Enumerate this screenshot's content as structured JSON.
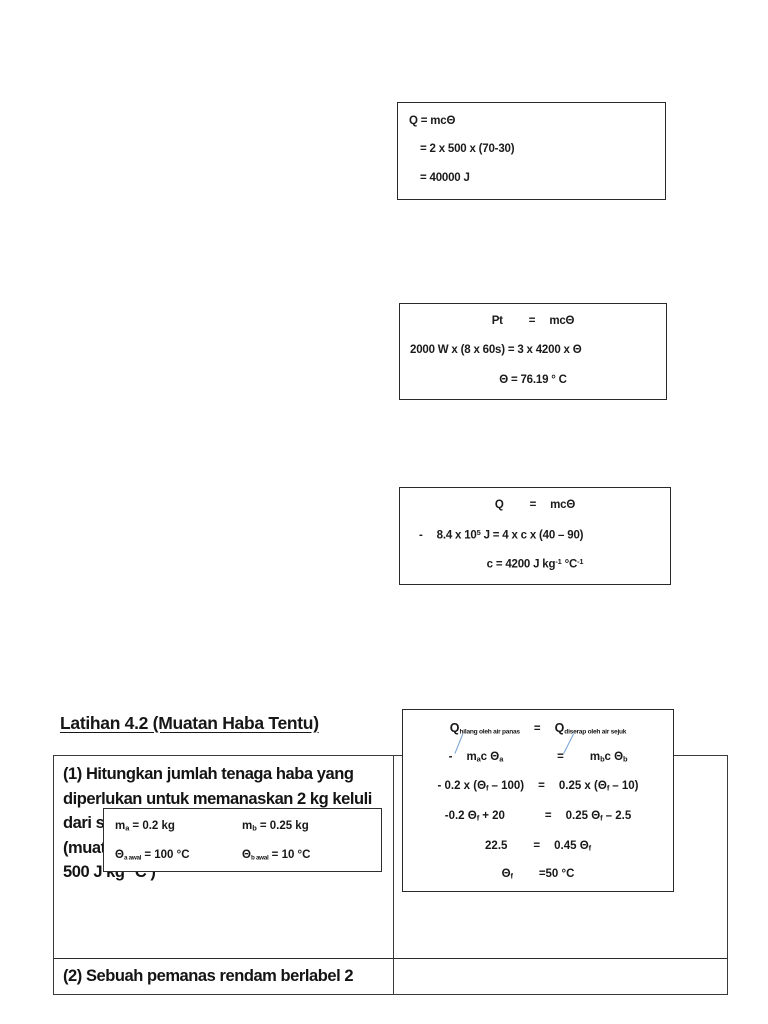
{
  "document": {
    "heading": "Latihan 4.2 (Muatan Haba Tentu)"
  },
  "box1": {
    "name": "heat-energy-calculation",
    "line1": "Q = mcΘ",
    "line2": "= 2 x 500 x (70-30)",
    "line3": "= 40000 J"
  },
  "box2": {
    "name": "power-time-calculation",
    "line1_left": "Pt",
    "line1_eq": "=",
    "line1_right": "mcΘ",
    "line2": "2000 W x (8 x 60s)  =  3 x 4200 x Θ",
    "line3": "Θ  = 76.19 ° C"
  },
  "box3": {
    "name": "specific-heat-capacity-calculation",
    "line1_left": "Q",
    "line1_eq": "=",
    "line1_right": "mcΘ",
    "line2_prefix": "-",
    "line2_value": "8.4 x 10",
    "line2_exp": "5",
    "line2_rest": "J  =  4 x c x (40 – 90)",
    "line3_label": "c = 4200 J kg",
    "line3_exp1": "-1",
    "line3_unit": "°C",
    "line3_exp2": "-1"
  },
  "data_box": {
    "name": "given-values-overlay",
    "mass_a_label": "m",
    "mass_a_sub": "a",
    "mass_a_value": "=   0.2 kg",
    "mass_b_label": "m",
    "mass_b_sub": "b",
    "mass_b_value": "=   0.25 kg",
    "theta_a_label": "Θ",
    "theta_a_sub": "a awal",
    "theta_a_value": "= 100 °C",
    "theta_b_label": "Θ",
    "theta_b_sub": "b awal",
    "theta_b_value": "= 10 °C"
  },
  "box4": {
    "name": "thermal-equilibrium-calculation",
    "row1_left_q": "Q",
    "row1_left_sub": "hilang oleh air panas",
    "row1_eq": "=",
    "row1_right_q": "Q",
    "row1_right_sub": "diserap oleh air sejuk",
    "row2_prefix": "-",
    "row2_left": "m",
    "row2_left_sub": "a",
    "row2_left_rest": "c  Θ",
    "row2_left_sub2": "a",
    "row2_eq": "=",
    "row2_right": "m",
    "row2_right_sub": "b",
    "row2_right_rest": "c  Θ",
    "row2_right_sub2": "b",
    "row3_left": "- 0.2 x (Θ",
    "row3_left_sub": "f",
    "row3_left_rest": " – 100)",
    "row3_eq": "=",
    "row3_right": "0.25 x (Θ",
    "row3_right_sub": "f",
    "row3_right_rest": " – 10)",
    "row4_left": "-0.2 Θ",
    "row4_left_sub": "f",
    "row4_left_rest": " + 20",
    "row4_eq": "=",
    "row4_right": "0.25 Θ",
    "row4_right_sub": "f",
    "row4_right_rest": " – 2.5",
    "row5_left": "22.5",
    "row5_eq": "=",
    "row5_right": "0.45 Θ",
    "row5_right_sub": "f",
    "row6_left": "Θ",
    "row6_left_sub": "f",
    "row6_eq": "=",
    "row6_right": "50 °C"
  },
  "question_table": {
    "name": "exercise-questions-table",
    "q1": "(1) Hitungkan jumlah tenaga haba yang diperlukan untuk memanaskan 2 kg keluli dari s                     (muat                     500 J kg  °C )",
    "q1_lines": [
      "(1) Hitungkan jumlah tenaga haba yang",
      "diperlukan untuk memanaskan 2 kg keluli",
      "dari s",
      "(muat",
      "500 J kg  °C )"
    ],
    "q2": "(2) Sebuah pemanas rendam berlabel 2"
  },
  "colors": {
    "border": "#2a2a2a",
    "table_border": "#3a3a3a",
    "text": "#181818",
    "connector": "#7ba7d7"
  }
}
